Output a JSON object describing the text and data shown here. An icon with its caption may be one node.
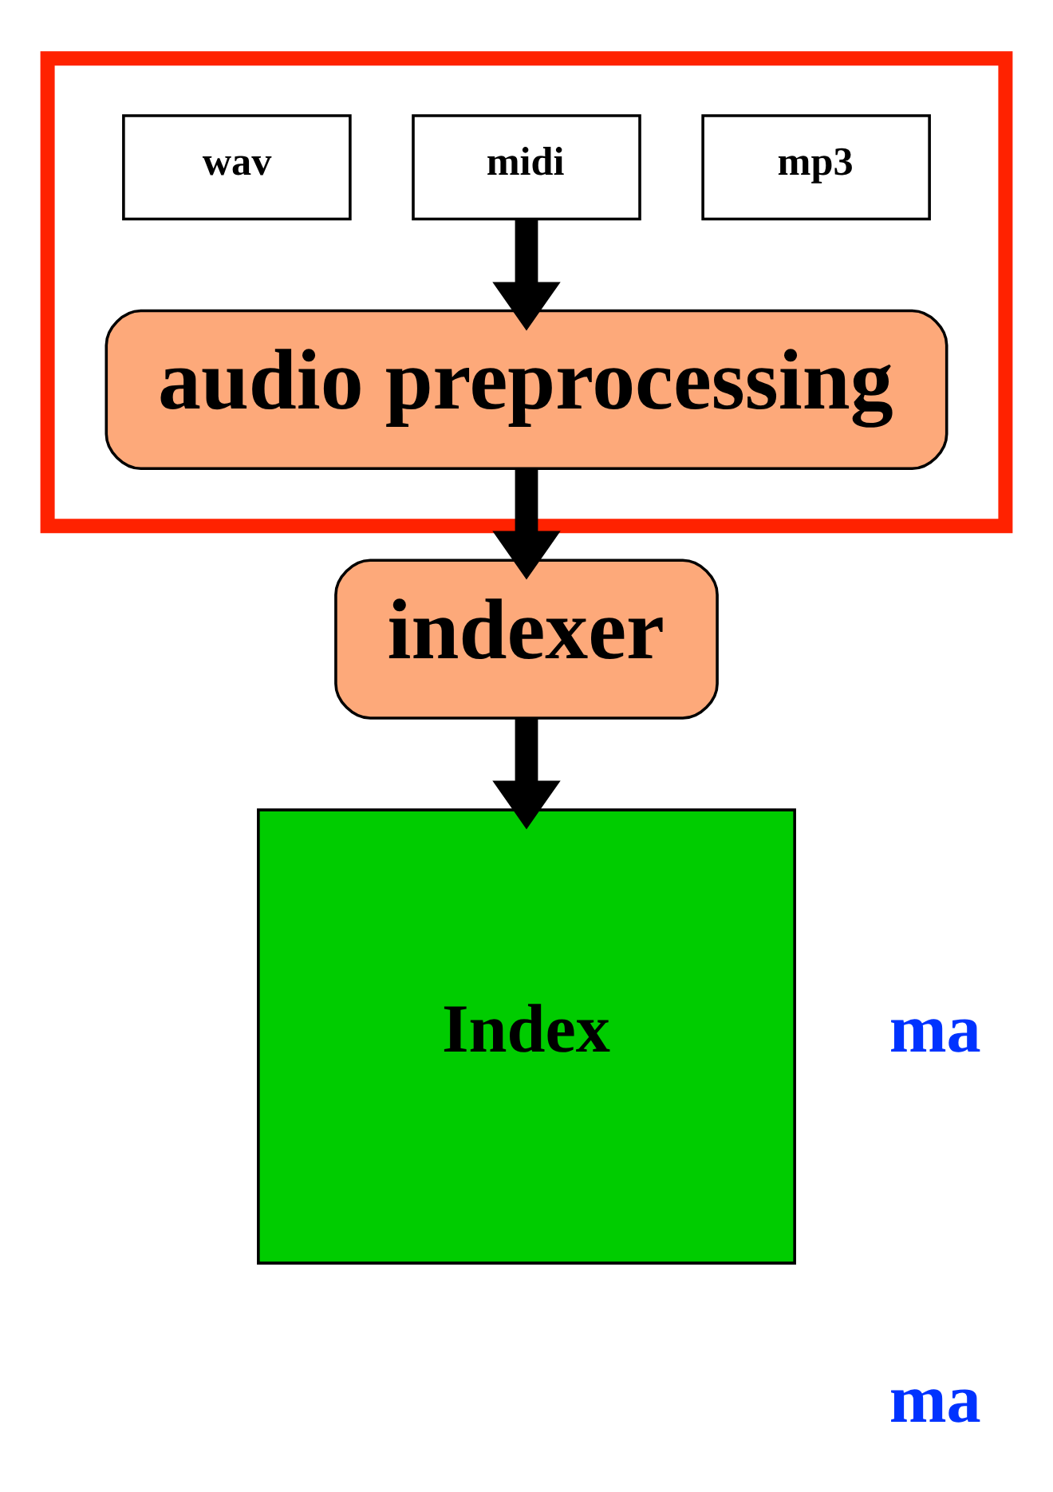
{
  "diagram": {
    "nodes": [
      {
        "text": [],
        "shape": "box"
      },
      {
        "text": [
          "wav"
        ],
        "in": 0
      },
      {
        "text": [
          "midi"
        ],
        "in": 0
      },
      {
        "text": [
          "mp3"
        ],
        "in": 0
      },
      {
        "text": [
          "audio preprocessing"
        ],
        "in": 0
      },
      {
        "text": [
          "indexer"
        ]
      },
      {
        "text": [
          "Index"
        ]
      }
    ],
    "edges": [
      {
        "from": 2,
        "to": 4,
        "arrow": "to"
      },
      {
        "from": 4,
        "to": 5,
        "arrow": "to"
      },
      {
        "from": 5,
        "to": 6,
        "arrow": "to"
      }
    ],
    "labels": [
      "ma",
      "ma"
    ]
  }
}
